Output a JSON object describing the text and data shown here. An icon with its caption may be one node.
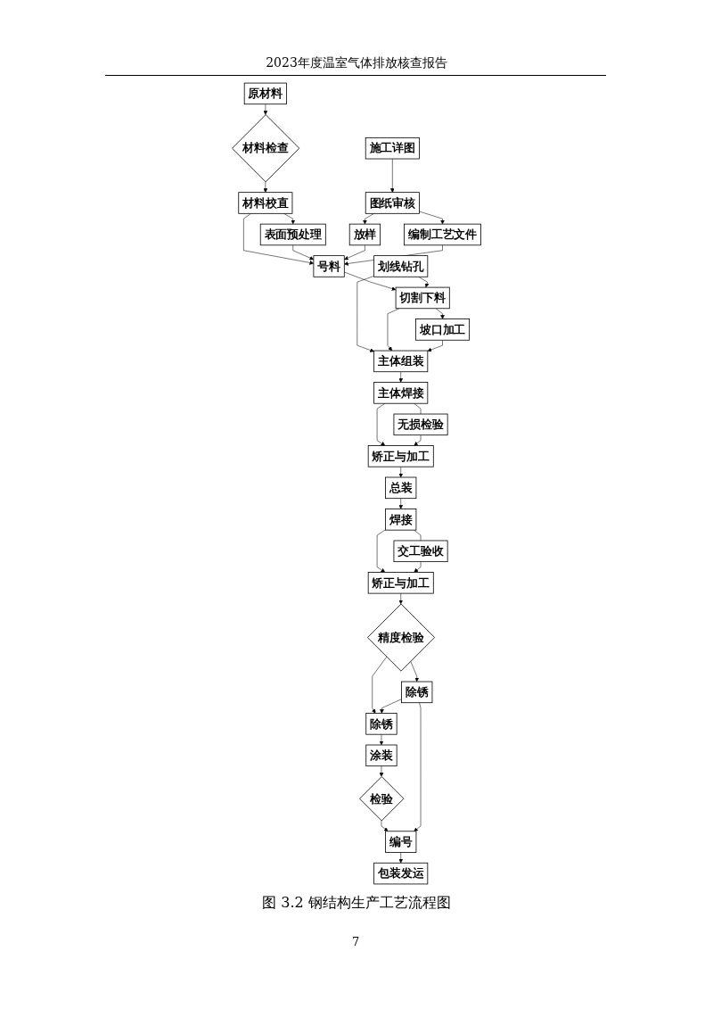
{
  "diagram": {
    "caption": "图 3.2 钢结构生产工艺流程图",
    "nodes": [
      {
        "text": [
          "原材料"
        ]
      },
      {
        "text": [
          "材料检查"
        ]
      },
      {
        "text": [
          "材料校直"
        ]
      },
      {
        "text": [
          "表面预处理"
        ]
      },
      {
        "text": [
          "施工详图"
        ]
      },
      {
        "text": [
          "图纸审核"
        ]
      },
      {
        "text": [
          "放样"
        ]
      },
      {
        "text": [
          "编制工艺文件"
        ]
      },
      {
        "text": [
          "号料"
        ]
      },
      {
        "text": [
          "划线钻孔"
        ]
      },
      {
        "text": [
          "切割下料"
        ]
      },
      {
        "text": [
          "坡口加工"
        ]
      },
      {
        "text": [
          "主体组装"
        ]
      },
      {
        "text": [
          "主体焊接"
        ]
      },
      {
        "text": [
          "无损检验"
        ]
      },
      {
        "text": [
          "矫正与加工"
        ]
      },
      {
        "text": [
          "总装"
        ]
      },
      {
        "text": [
          "焊接"
        ]
      },
      {
        "text": [
          "交工验收"
        ]
      },
      {
        "text": [
          "矫正与加工"
        ]
      },
      {
        "text": [
          "精度检验"
        ]
      },
      {
        "text": [
          "除锈"
        ]
      },
      {
        "text": [
          "除锈"
        ]
      },
      {
        "text": [
          "涂装"
        ]
      },
      {
        "text": [
          "检验"
        ]
      },
      {
        "text": [
          "编号"
        ]
      },
      {
        "text": [
          "包装发运"
        ]
      }
    ],
    "edges": [
      {
        "from": 0,
        "to": 1,
        "arrow": "to"
      },
      {
        "from": 1,
        "to": 2,
        "arrow": "to"
      },
      {
        "from": 2,
        "to": 3,
        "arrow": "to"
      },
      {
        "from": 4,
        "to": 5,
        "arrow": "to"
      },
      {
        "from": 5,
        "to": 6,
        "arrow": "to"
      },
      {
        "from": 5,
        "to": 7,
        "arrow": "to"
      },
      {
        "from": 2,
        "to": 8,
        "arrow": "to"
      },
      {
        "from": 3,
        "to": 8,
        "arrow": "to"
      },
      {
        "from": 6,
        "to": 8,
        "arrow": "to"
      },
      {
        "from": 7,
        "to": 8,
        "arrow": "to"
      },
      {
        "from": 8,
        "to": 10,
        "arrow": "to"
      },
      {
        "from": 9,
        "to": 10,
        "arrow": "to"
      },
      {
        "from": 10,
        "to": 11,
        "arrow": "to"
      },
      {
        "from": 9,
        "to": 12,
        "arrow": "to"
      },
      {
        "from": 10,
        "to": 12,
        "arrow": "to"
      },
      {
        "from": 11,
        "to": 12,
        "arrow": "to"
      },
      {
        "from": 12,
        "to": 13,
        "arrow": "to"
      },
      {
        "from": 13,
        "to": 15,
        "arrow": "to"
      },
      {
        "from": 13,
        "to": 14,
        "arrow": "none"
      },
      {
        "from": 14,
        "to": 15,
        "arrow": "to"
      },
      {
        "from": 15,
        "to": 16,
        "arrow": "to"
      },
      {
        "from": 16,
        "to": 17,
        "arrow": "to"
      },
      {
        "from": 17,
        "to": 19,
        "arrow": "to"
      },
      {
        "from": 17,
        "to": 18,
        "arrow": "none"
      },
      {
        "from": 18,
        "to": 19,
        "arrow": "to"
      },
      {
        "from": 19,
        "to": 20,
        "arrow": "to"
      },
      {
        "from": 20,
        "to": 21,
        "arrow": "to"
      },
      {
        "from": 20,
        "to": 22,
        "arrow": "to"
      },
      {
        "from": 21,
        "to": 22,
        "arrow": "to"
      },
      {
        "from": 22,
        "to": 23,
        "arrow": "to"
      },
      {
        "from": 23,
        "to": 24,
        "arrow": "to"
      },
      {
        "from": 24,
        "to": 25,
        "arrow": "to"
      },
      {
        "from": 21,
        "to": 25,
        "arrow": "to"
      },
      {
        "from": 25,
        "to": 26,
        "arrow": "to"
      }
    ],
    "labels": [
      "2023年度温室气体排放核查报告",
      "7"
    ]
  }
}
